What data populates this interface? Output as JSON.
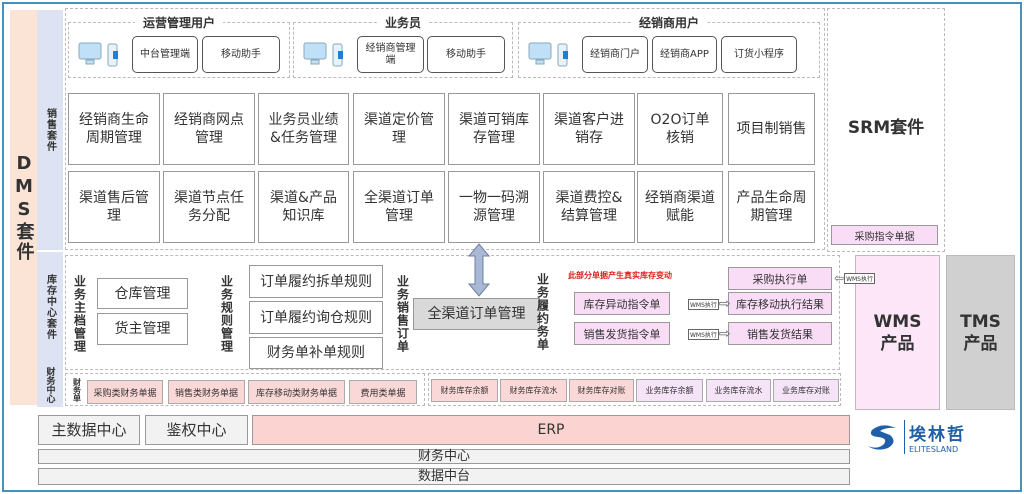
{
  "dms_label": "DMS套件",
  "sales_suite_label": "销售套件",
  "user_groups": [
    {
      "title": "运营管理用户",
      "buttons": [
        "中台管理端",
        "移动助手"
      ]
    },
    {
      "title": "业务员",
      "buttons": [
        "经销商管理端",
        "移动助手"
      ]
    },
    {
      "title": "经销商用户",
      "buttons": [
        "经销商门户",
        "经销商APP",
        "订货小程序"
      ]
    }
  ],
  "modules_row1": [
    "经销商生命周期管理",
    "经销商网点管理",
    "业务员业绩&任务管理",
    "渠道定价管理",
    "渠道可销库存管理",
    "渠道客户进销存",
    "O2O订单核销",
    "项目制销售"
  ],
  "modules_row2": [
    "渠道售后管理",
    "渠道节点任务分配",
    "渠道&产品知识库",
    "全渠道订单管理",
    "一物一码溯源管理",
    "渠道费控&结算管理",
    "经销商渠道赋能",
    "产品生命周期管理"
  ],
  "srm": {
    "title": "SRM套件",
    "sub": "采购指令单据"
  },
  "inventory_label": "库存中心套件",
  "finance_center_label": "财务中心",
  "master": {
    "label": "业务主档管理",
    "items": [
      "仓库管理",
      "货主管理"
    ]
  },
  "rules": {
    "label": "业务规则管理",
    "items": [
      "订单履约拆单规则",
      "订单履约询仓规则",
      "财务单补单规则"
    ]
  },
  "sales_order": {
    "label": "业务销售订单",
    "box": "全渠道订单管理"
  },
  "fulfill": {
    "label": "业务履约务单",
    "note": "此部分单据产生真实库存变动",
    "left": [
      "库存异动指令单",
      "销售发货指令单"
    ],
    "right": [
      "采购执行单",
      "库存移动执行结果",
      "销售发货结果"
    ],
    "arrow_label": "WMS执行"
  },
  "finance_docs": {
    "label": "财务单",
    "items": [
      "采购类财务单据",
      "销售类财务单据",
      "库存移动类财务单据",
      "费用类单据"
    ]
  },
  "inventory_reports": {
    "finance": [
      "财务库存余额",
      "财务库存流水",
      "财务库存对账"
    ],
    "business": [
      "业务库存余额",
      "业务库存流水",
      "业务库存对账"
    ]
  },
  "wms": "WMS产品",
  "tms": "TMS产品",
  "bottom": {
    "master_data": "主数据中心",
    "auth": "鉴权中心",
    "erp": "ERP",
    "finance": "财务中心",
    "data": "数据中台"
  },
  "logo": {
    "cn": "埃林哲",
    "en": "ELITESLAND"
  }
}
